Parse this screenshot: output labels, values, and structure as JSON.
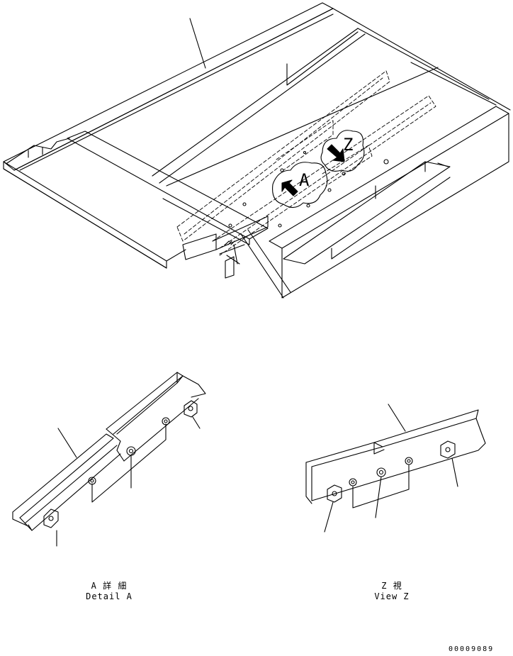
{
  "callouts": {
    "detail_letter": "A",
    "view_letter": "Z"
  },
  "captions": {
    "detail_a_jp": "A 詳 細",
    "detail_a_en": "Detail A",
    "view_z_jp": "Z  視",
    "view_z_en": "View Z"
  },
  "drawing_number": "00009089"
}
